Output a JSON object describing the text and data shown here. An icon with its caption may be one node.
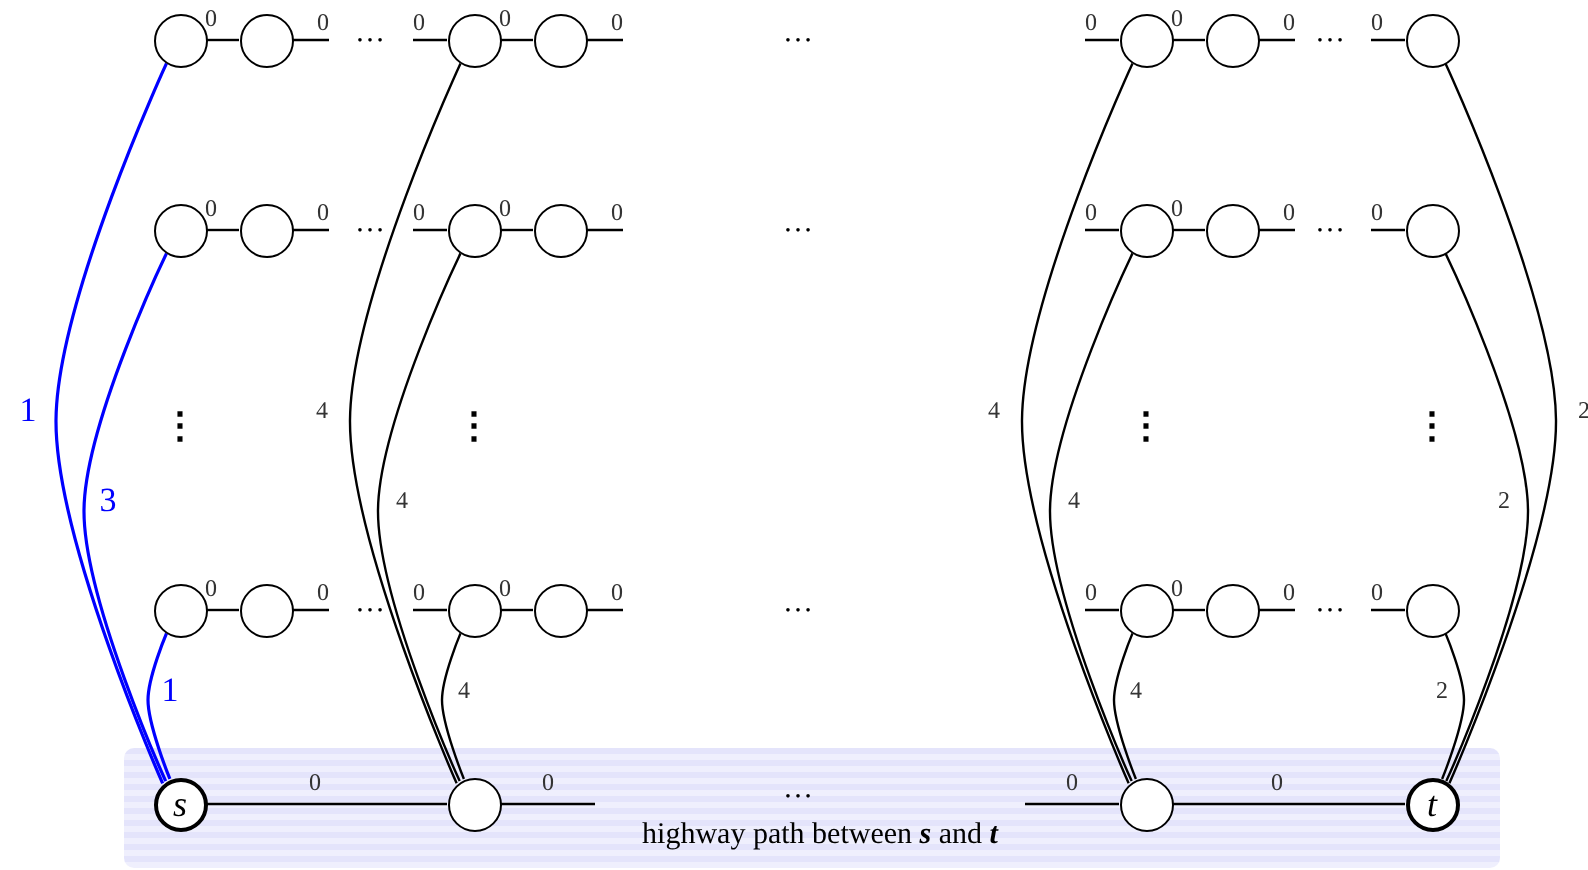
{
  "diagram": {
    "nodes": [
      {
        "text": [],
        "shape": "circle"
      },
      {
        "text": [],
        "shape": "circle"
      },
      {
        "text": [],
        "shape": "circle"
      },
      {
        "text": [],
        "shape": "circle"
      },
      {
        "text": [],
        "shape": "circle"
      },
      {
        "text": [],
        "shape": "circle"
      },
      {
        "text": [],
        "shape": "circle"
      },
      {
        "text": [],
        "shape": "circle"
      },
      {
        "text": [],
        "shape": "circle"
      },
      {
        "text": [],
        "shape": "circle"
      },
      {
        "text": [],
        "shape": "circle"
      },
      {
        "text": [],
        "shape": "circle"
      },
      {
        "text": [],
        "shape": "circle"
      },
      {
        "text": [],
        "shape": "circle"
      },
      {
        "text": [],
        "shape": "circle"
      },
      {
        "text": [],
        "shape": "circle"
      },
      {
        "text": [],
        "shape": "circle"
      },
      {
        "text": [],
        "shape": "circle"
      },
      {
        "text": [],
        "shape": "circle"
      },
      {
        "text": [],
        "shape": "circle"
      },
      {
        "text": [],
        "shape": "circle"
      },
      {
        "text": [
          "highway path between **s** and **t**"
        ]
      },
      {
        "text": [
          "s"
        ],
        "in": 21
      },
      {
        "text": [],
        "shape": "circle",
        "in": 21
      },
      {
        "text": [],
        "shape": "circle",
        "in": 21
      },
      {
        "text": [
          "t"
        ],
        "in": 21
      }
    ],
    "edges": [
      {
        "from": 0,
        "to": 1,
        "arrow": "none",
        "label": "0"
      },
      {
        "from": 1,
        "to": null,
        "arrow": "none",
        "label": "0"
      },
      {
        "from": null,
        "to": 2,
        "arrow": "none",
        "label": "0"
      },
      {
        "from": 2,
        "to": 3,
        "arrow": "none",
        "label": "0"
      },
      {
        "from": 3,
        "to": null,
        "arrow": "none",
        "label": "0"
      },
      {
        "from": null,
        "to": 4,
        "arrow": "none",
        "label": "0"
      },
      {
        "from": 4,
        "to": 5,
        "arrow": "none",
        "label": "0"
      },
      {
        "from": 5,
        "to": null,
        "arrow": "none",
        "label": "0"
      },
      {
        "from": null,
        "to": 6,
        "arrow": "none",
        "label": "0"
      },
      {
        "from": 7,
        "to": 8,
        "arrow": "none",
        "label": "0"
      },
      {
        "from": 8,
        "to": null,
        "arrow": "none",
        "label": "0"
      },
      {
        "from": null,
        "to": 9,
        "arrow": "none",
        "label": "0"
      },
      {
        "from": 9,
        "to": 10,
        "arrow": "none",
        "label": "0"
      },
      {
        "from": 10,
        "to": null,
        "arrow": "none",
        "label": "0"
      },
      {
        "from": null,
        "to": 11,
        "arrow": "none",
        "label": "0"
      },
      {
        "from": 11,
        "to": 12,
        "arrow": "none",
        "label": "0"
      },
      {
        "from": 12,
        "to": null,
        "arrow": "none",
        "label": "0"
      },
      {
        "from": null,
        "to": 13,
        "arrow": "none",
        "label": "0"
      },
      {
        "from": 14,
        "to": 15,
        "arrow": "none",
        "label": "0"
      },
      {
        "from": 15,
        "to": null,
        "arrow": "none",
        "label": "0"
      },
      {
        "from": null,
        "to": 16,
        "arrow": "none",
        "label": "0"
      },
      {
        "from": 16,
        "to": 17,
        "arrow": "none",
        "label": "0"
      },
      {
        "from": 17,
        "to": null,
        "arrow": "none",
        "label": "0"
      },
      {
        "from": null,
        "to": 18,
        "arrow": "none",
        "label": "0"
      },
      {
        "from": 18,
        "to": 19,
        "arrow": "none",
        "label": "0"
      },
      {
        "from": 19,
        "to": null,
        "arrow": "none",
        "label": "0"
      },
      {
        "from": null,
        "to": 20,
        "arrow": "none",
        "label": "0"
      },
      {
        "from": 22,
        "to": 23,
        "arrow": "none",
        "label": "0"
      },
      {
        "from": 23,
        "to": null,
        "arrow": "none",
        "label": "0"
      },
      {
        "from": null,
        "to": 24,
        "arrow": "none",
        "label": "0"
      },
      {
        "from": 24,
        "to": 25,
        "arrow": "none",
        "label": "0"
      },
      {
        "from": 0,
        "to": 22,
        "arrow": "none",
        "label": "1",
        "color": "#0000ff"
      },
      {
        "from": 7,
        "to": 22,
        "arrow": "none",
        "label": "3",
        "color": "#0000ff"
      },
      {
        "from": 14,
        "to": 22,
        "arrow": "none",
        "label": "1",
        "color": "#0000ff"
      },
      {
        "from": 2,
        "to": 23,
        "arrow": "none",
        "label": "4"
      },
      {
        "from": 9,
        "to": 23,
        "arrow": "none",
        "label": "4"
      },
      {
        "from": 16,
        "to": 23,
        "arrow": "none",
        "label": "4"
      },
      {
        "from": 4,
        "to": 24,
        "arrow": "none",
        "label": "4"
      },
      {
        "from": 11,
        "to": 24,
        "arrow": "none",
        "label": "4"
      },
      {
        "from": 18,
        "to": 24,
        "arrow": "none",
        "label": "4"
      },
      {
        "from": 6,
        "to": 25,
        "arrow": "none",
        "label": "2"
      },
      {
        "from": 13,
        "to": 25,
        "arrow": "none",
        "label": "2"
      },
      {
        "from": 20,
        "to": 25,
        "arrow": "none",
        "label": "2"
      }
    ],
    "labels": [
      "…",
      "…",
      "…",
      "…",
      "…",
      "…",
      "⋮",
      "⋮",
      "⋮",
      "⋮",
      "…",
      "…",
      "…",
      "…"
    ]
  }
}
